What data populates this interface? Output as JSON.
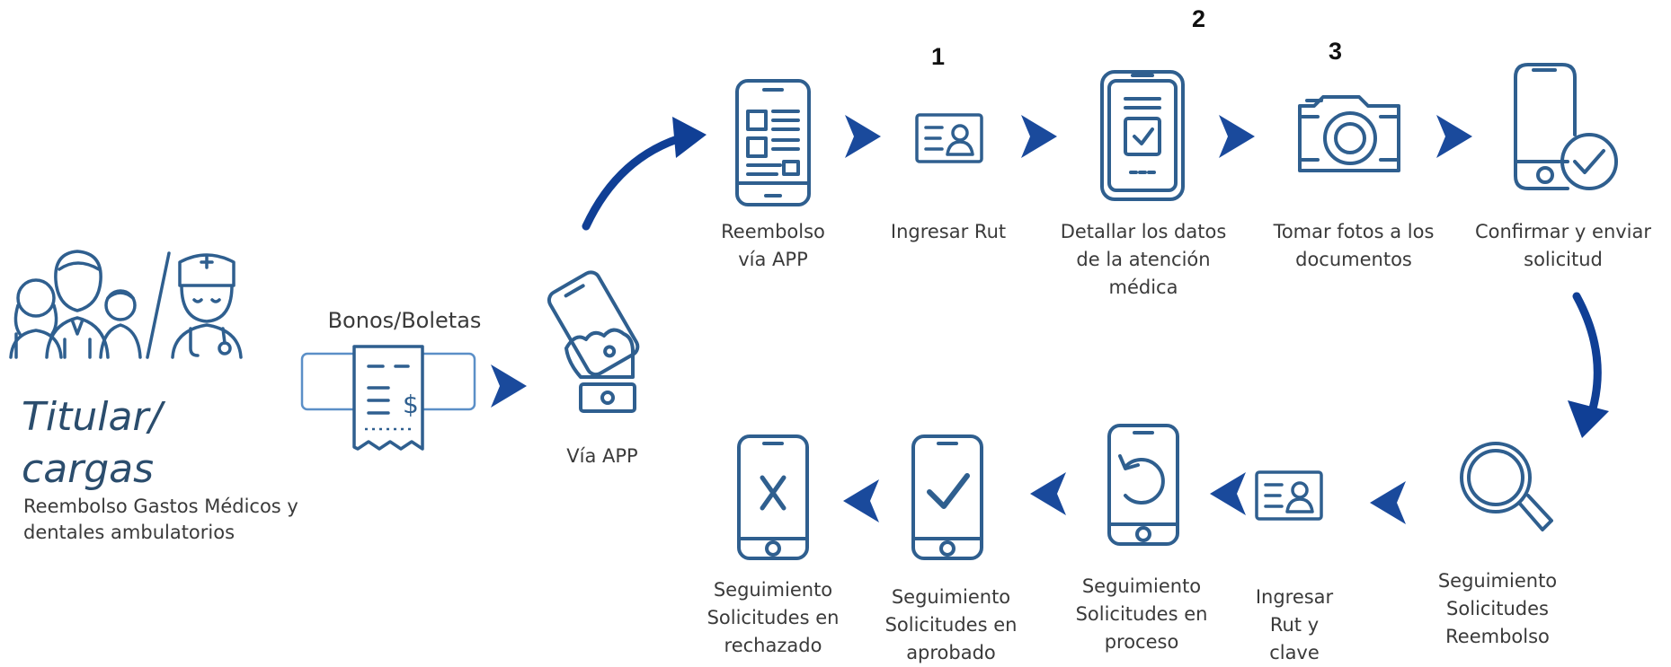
{
  "titular": {
    "title_line1": "Titular/",
    "title_line2": "cargas",
    "subtitle_line1": "Reembolso Gastos Médicos y",
    "subtitle_line2": "dentales ambulatorios"
  },
  "bonos_label": "Bonos/Boletas",
  "via_app_label": "Vía APP",
  "top_steps": [
    {
      "line1": "Reembolso",
      "line2": "vía APP",
      "line3": ""
    },
    {
      "line1": "Ingresar Rut",
      "line2": "",
      "line3": "",
      "number": "1"
    },
    {
      "line1": "Detallar los datos",
      "line2": "de la atención",
      "line3": "médica",
      "number": "2"
    },
    {
      "line1": "Tomar fotos a los",
      "line2": "documentos",
      "line3": "",
      "number": "3"
    },
    {
      "line1": "Confirmar y enviar",
      "line2": "solicitud",
      "line3": ""
    }
  ],
  "bottom_steps": [
    {
      "line1": "Seguimiento",
      "line2": "Solicitudes",
      "line3": "Reembolso"
    },
    {
      "line1": "Ingresar",
      "line2": "Rut  y",
      "line3": "clave"
    },
    {
      "line1": "Seguimiento",
      "line2": "Solicitudes en",
      "line3": "proceso"
    },
    {
      "line1": "Seguimiento",
      "line2": "Solicitudes en",
      "line3": "aprobado"
    },
    {
      "line1": "Seguimiento",
      "line2": "Solicitudes en",
      "line3": "rechazado"
    }
  ],
  "colors": {
    "icon_stroke": "#2f5f8f",
    "arrow_fill": "#1a4a9c",
    "curve_arrow": "#103f95",
    "highlight_band": "#5b8fc7"
  },
  "icons": [
    "family-icon",
    "doctor-icon",
    "receipt-icon",
    "hand-phone-icon",
    "phone-app-icon",
    "id-card-icon",
    "phone-check-icon",
    "camera-icon",
    "phone-confirm-icon",
    "magnifier-icon",
    "phone-refresh-icon",
    "phone-approved-icon",
    "phone-rejected-icon"
  ]
}
